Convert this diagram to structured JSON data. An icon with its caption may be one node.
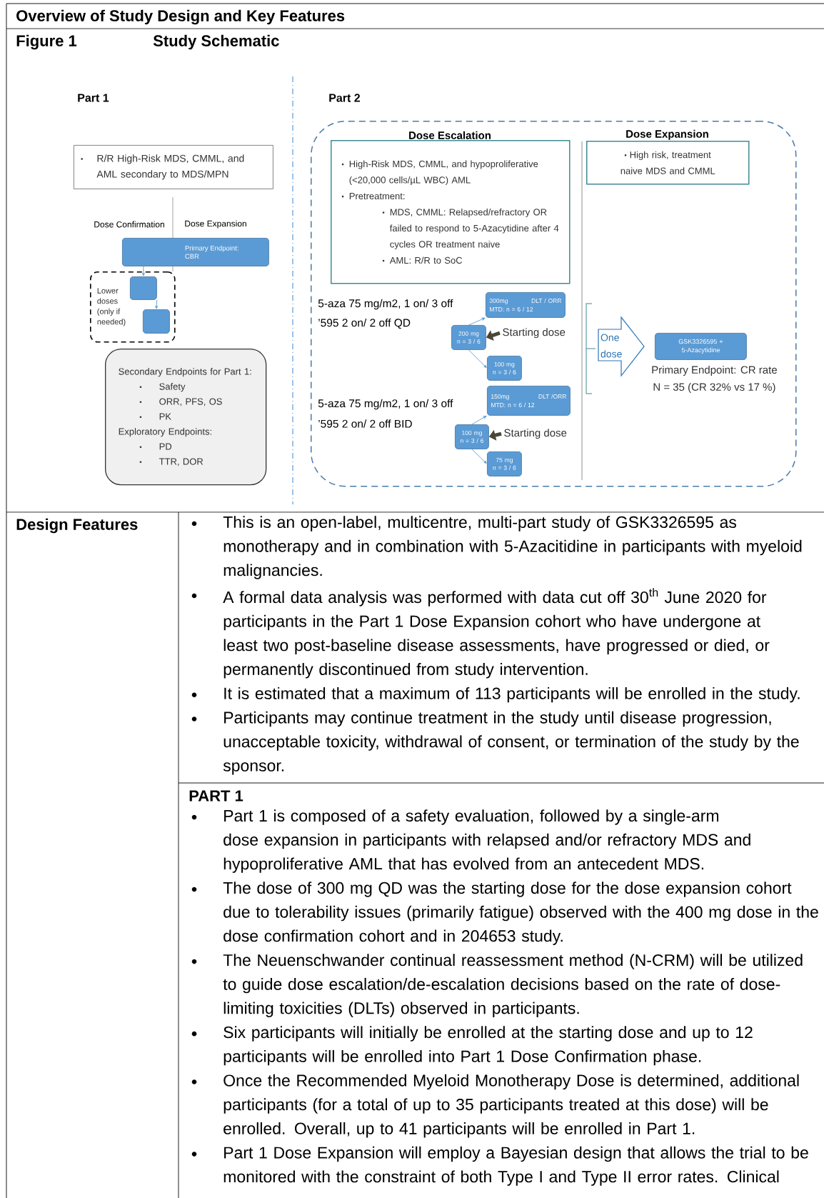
{
  "diagram": {
    "title": "Overview of Study Design and Key Features",
    "nodes": [
      {
        "text": [
          "R/R High-Risk MDS, CMML, and AML secondary to MDS/MPN"
        ]
      },
      {
        "text": [
          "Primary Endpoint: CBR"
        ]
      },
      {
        "text": [
          "Lower doses (only if needed)"
        ]
      },
      {
        "text": [],
        "shape": "box",
        "in": 2
      },
      {
        "text": [],
        "shape": "box",
        "in": 2
      },
      {
        "text": [
          "Secondary Endpoints for Part 1:",
          "Safety",
          "ORR, PFS, OS",
          "PK",
          "Exploratory Endpoints:",
          "PD",
          "TTR, DOR"
        ]
      },
      {
        "text": [],
        "shape": "box"
      },
      {
        "text": [
          "Dose Escalation",
          "High-Risk MDS, CMML, and hypoproliferative (<20,000 cells/µL WBC) AML",
          "Pretreatment:",
          "MDS, CMML: Relapsed/refractory OR failed to respond to 5-Azacytidine after 4 cycles OR treatment naive",
          "AML: R/R to SoC"
        ],
        "in": 6
      },
      {
        "text": [
          "Dose Expansion",
          "High risk, treatment naive MDS and CMML"
        ],
        "in": 6
      },
      {
        "text": [
          "300mg",
          "DLT / ORR",
          "MTD: n = 6 / 12"
        ],
        "in": 6
      },
      {
        "text": [
          "200 mg",
          "n = 3 / 6"
        ],
        "in": 6
      },
      {
        "text": [
          "100 mg",
          "n = 3 / 6"
        ],
        "in": 6
      },
      {
        "text": [
          "150mg",
          "DLT /ORR",
          "MTD: n = 6 / 12"
        ],
        "in": 6
      },
      {
        "text": [
          "100 mg",
          "n = 3 / 6"
        ],
        "in": 6
      },
      {
        "text": [
          "75 mg",
          "n = 3 / 6"
        ],
        "in": 6
      },
      {
        "text": [
          "Starting dose"
        ],
        "in": 6
      },
      {
        "text": [
          "Starting dose"
        ],
        "in": 6
      },
      {
        "text": [
          "GSK3326595 + 5-Azacytidine"
        ],
        "beside": [
          "Primary Endpoint: CR rate",
          "N = 35 (CR 32% vs 17 %)"
        ],
        "in": 6
      }
    ],
    "edges": [
      {
        "from": 1,
        "to": 3,
        "arrow": "to"
      },
      {
        "from": 3,
        "to": 4,
        "arrow": "to"
      },
      {
        "from": 10,
        "to": 9,
        "arrow": "to"
      },
      {
        "from": 10,
        "to": 11,
        "arrow": "to"
      },
      {
        "from": 15,
        "to": 10,
        "arrow": "to",
        "style": "thick",
        "color": "#4a4536"
      },
      {
        "from": 13,
        "to": 12,
        "arrow": "to"
      },
      {
        "from": 13,
        "to": 14,
        "arrow": "to"
      },
      {
        "from": 16,
        "to": 13,
        "arrow": "to",
        "style": "thick",
        "color": "#4a4536"
      },
      {
        "from": null,
        "to": 17,
        "arrow": "to",
        "label": "One dose",
        "color": "#2e75b6"
      }
    ],
    "labels": [
      "Figure 1",
      "Study Schematic",
      "Part 1",
      "Part 2",
      "Dose Confirmation",
      "Dose Expansion",
      "5-aza 75 mg/m2, 1 on/ 3 off",
      "’595 2 on/ 2 off QD",
      "5-aza 75 mg/m2, 1 on/ 3 off",
      "’595 2 on/ 2 off BID",
      "Design Features",
      "This is an open-label, multicentre, multi-part study of GSK3326595 as monotherapy and in combination with 5-Azacitidine in participants with myeloid malignancies.",
      "A formal data analysis was performed with data cut off 30$^{th}$ June 2020 for participants in the Part 1 Dose Expansion cohort who have undergone at least two post-baseline disease assessments, have progressed or died, or permanently discontinued from study intervention.",
      "It is estimated that a maximum of 113 participants will be enrolled in the study.",
      "Participants may continue treatment in the study until disease progression, unacceptable toxicity, withdrawal of consent, or termination of the study by the sponsor.",
      "PART 1",
      "Part 1 is composed of a safety evaluation, followed by a single-arm dose expansion in participants with relapsed and/or refractory MDS and hypoproliferative AML that has evolved from an antecedent MDS.",
      "The dose of 300 mg QD was the starting dose for the dose expansion cohort due to tolerability issues (primarily fatigue) observed with the 400 mg dose in the dose confirmation cohort and in 204653 study.",
      "The Neuenschwander continual reassessment method (N-CRM) will be utilized to guide dose escalation/de-escalation decisions based on the rate of dose-limiting toxicities (DLTs) observed in participants.",
      "Six participants will initially be enrolled at the starting dose and up to 12 participants will be enrolled into Part 1 Dose Confirmation phase.",
      "Once the Recommended Myeloid Monotherapy Dose is determined, additional participants (for a total of up to 35 participants treated at this dose) will be enrolled. Overall, up to 41 participants will be enrolled in Part 1.",
      "Part 1 Dose Expansion will employ a Bayesian design that allows the trial to be monitored with the constraint of both Type I and Type II error rates. Clinical"
    ]
  }
}
